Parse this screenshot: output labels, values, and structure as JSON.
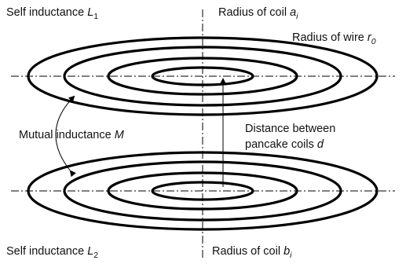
{
  "labels": {
    "self_l1": {
      "text": "Self inductance ",
      "var": "L",
      "sub": "1"
    },
    "self_l2": {
      "text": "Self inductance ",
      "var": "L",
      "sub": "2"
    },
    "radius_a": {
      "text": "Radius of coil ",
      "var": "a",
      "sub": "i"
    },
    "radius_b": {
      "text": "Radius of coil ",
      "var": "b",
      "sub": "i"
    },
    "radius_wire": {
      "text": "Radius of wire ",
      "var": "r",
      "sub": "0"
    },
    "mutual": {
      "text": "Mutual inductance ",
      "var": "M"
    },
    "distance_line1": "Distance between",
    "distance_line2": {
      "text": "pancake coils ",
      "var": "d"
    }
  },
  "colors": {
    "stroke": "#000000",
    "text": "#111111"
  }
}
